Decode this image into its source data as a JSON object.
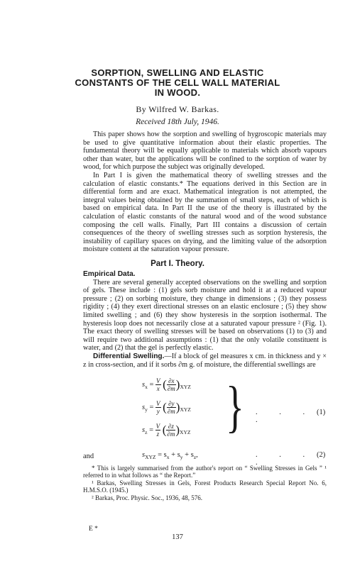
{
  "title_lines": [
    "SORPTION, SWELLING AND ELASTIC",
    "CONSTANTS OF THE CELL WALL MATERIAL",
    "IN WOOD."
  ],
  "author": "By Wilfred W. Barkas.",
  "received": "Received 18th July, 1946.",
  "intro_p1": "This paper shows how the sorption and swelling of hygroscopic materials may be used to give quantitative information about their elastic properties. The fundamental theory will be equally applicable to materials which absorb vapours other than water, but the applications will be confined to the sorption of water by wood, for which purpose the subject was originally developed.",
  "intro_p2": "In Part I is given the mathematical theory of swelling stresses and the calculation of elastic constants.* The equations derived in this Section are in differential form and are exact. Mathematical integration is not attempted, the integral values being obtained by the summation of small steps, each of which is based on empirical data. In Part II the use of the theory is illustrated by the calculation of elastic constants of the natural wood and of the wood substance composing the cell walls. Finally, Part III contains a discussion of certain consequences of the theory of swelling stresses such as sorption hysteresis, the instability of capillary spaces on drying, and the limiting value of the adsorption moisture content at the saturation vapour pressure.",
  "part_heading": "Part I. Theory.",
  "empirical_heading": "Empirical Data.",
  "empirical_p": "There are several generally accepted observations on the swelling and sorption of gels. These include : (1) gels sorb moisture and hold it at a reduced vapour pressure ; (2) on sorbing moisture, they change in dimensions ; (3) they possess rigidity ; (4) they exert directional stresses on an elastic enclosure ; (5) they show limited swelling ; and (6) they show hysteresis in the sorption isothermal. The hysteresis loop does not necessarily close at a saturated vapour pressure ² (Fig. 1). The exact theory of swelling stresses will be based on observations (1) to (3) and will require two additional assumptions : (1) that the only volatile constituent is water, and (2) that the gel is perfectly elastic.",
  "diff_heading": "Differential Swelling.",
  "diff_p": "—If a block of gel measures x cm. in thickness and y × z in cross-section, and if it sorbs ∂m g. of moisture, the differential swellings are",
  "equations": {
    "eq1_lines": [
      {
        "lhs": "s",
        "lhs_sub": "x",
        "num": "∂x",
        "pre": "V",
        "var": "x",
        "sub": "XYZ"
      },
      {
        "lhs": "s",
        "lhs_sub": "y",
        "num": "∂y",
        "pre": "V",
        "var": "y",
        "sub": "XYZ"
      },
      {
        "lhs": "s",
        "lhs_sub": "z",
        "num": "∂z",
        "pre": "V",
        "var": "z",
        "sub": "XYZ"
      }
    ],
    "den": "∂m",
    "eq1_number": "(1)",
    "and_label": "and",
    "eq2_text": "s",
    "eq2_sub": "XYZ",
    "eq2_rhs": " = s",
    "eq2_rhs2": "x",
    "eq2_rhs3": " + s",
    "eq2_rhs4": "y",
    "eq2_rhs5": " + s",
    "eq2_rhs6": "z",
    "eq2_tail": ",",
    "eq2_number": "(2)",
    "dots": ". . . ."
  },
  "footnotes": [
    "* This is largely summarised from the author's report on “ Swelling Stresses in Gels ” ¹ referred to in what follows as “ the Report.”",
    "¹ Barkas, Swelling Stresses in Gels, Forest Products Research Special Report No. 6, H.M.S.O. (1945.)",
    "² Barkas, Proc. Physic. Soc., 1936, 48, 576."
  ],
  "signature": "E *",
  "page_number": "137"
}
